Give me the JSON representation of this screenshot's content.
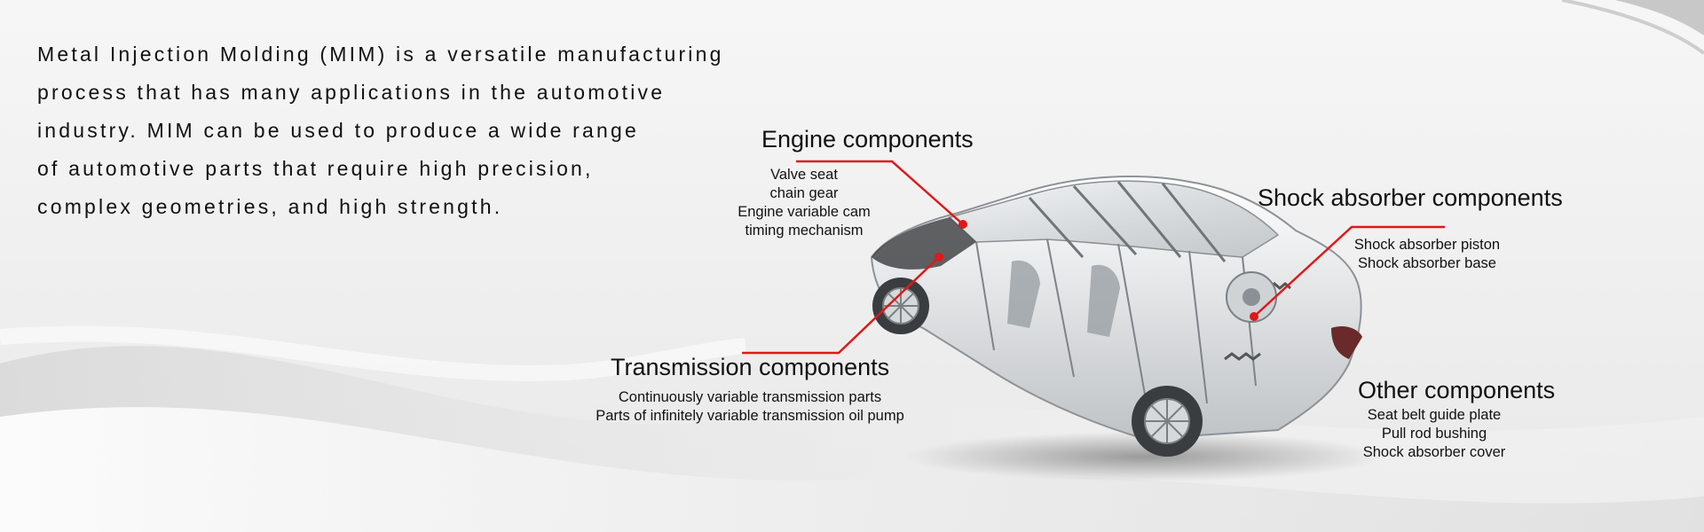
{
  "intro": {
    "lines": [
      "Metal Injection Molding (MIM) is a versatile manufacturing",
      "process that has many applications in the automotive",
      "industry. MIM can be used to produce a wide range",
      "of automotive parts that require high precision,",
      "complex geometries, and high strength."
    ]
  },
  "groups": {
    "engine": {
      "title": "Engine components",
      "items": [
        "Valve seat",
        "chain gear",
        "Engine variable cam",
        "timing mechanism"
      ]
    },
    "shock": {
      "title": "Shock absorber components",
      "items": [
        "Shock absorber piston",
        "Shock absorber base"
      ]
    },
    "transmission": {
      "title": "Transmission components",
      "items": [
        "Continuously variable transmission parts",
        "Parts of infinitely variable transmission oil pump"
      ]
    },
    "other": {
      "title": "Other components",
      "items": [
        "Seat belt guide plate",
        "Pull rod bushing",
        "Shock absorber cover"
      ]
    }
  },
  "colors": {
    "leader_line": "#e01818",
    "background": "#f0f0f0",
    "text": "#111111"
  }
}
